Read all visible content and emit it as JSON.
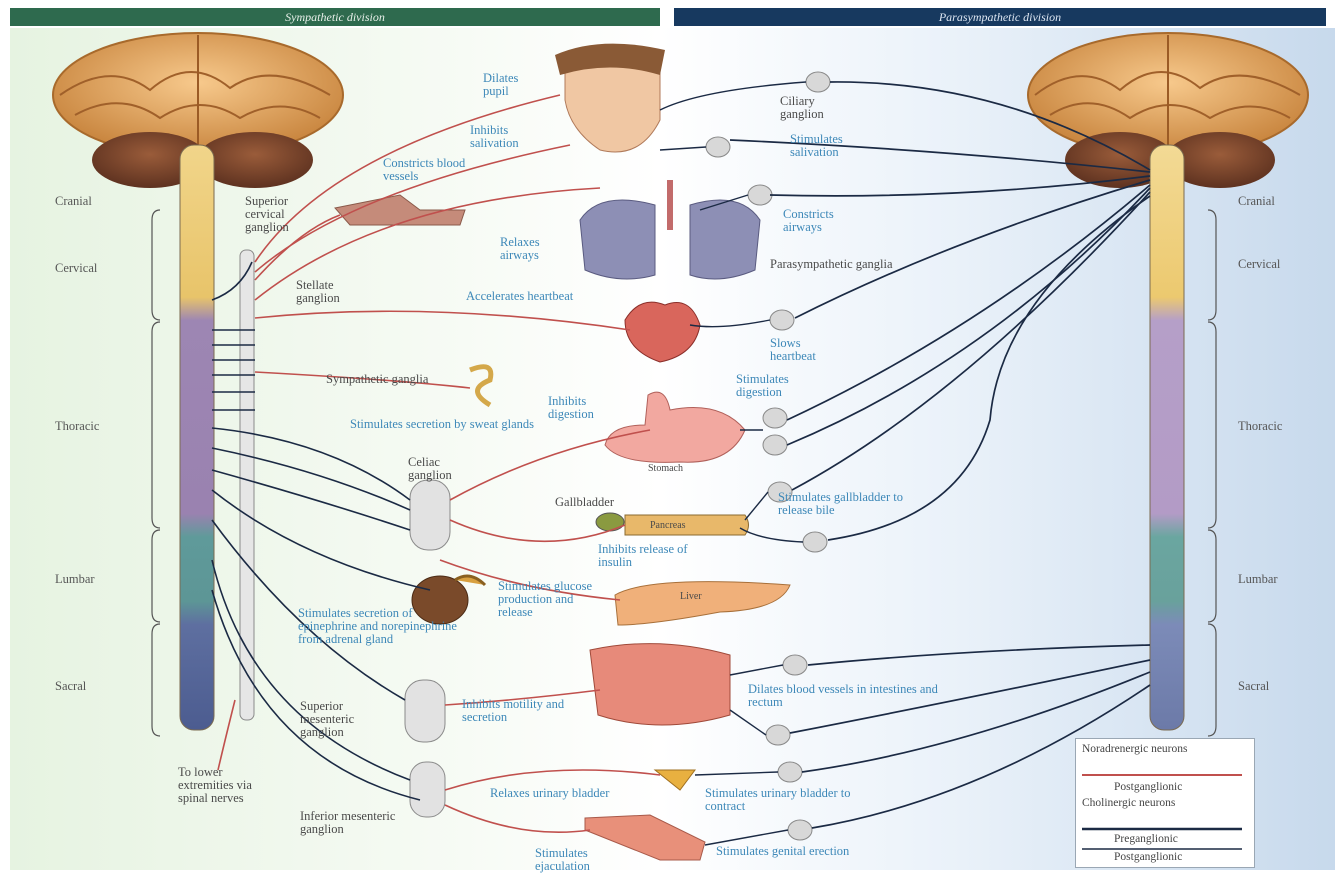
{
  "header": {
    "sympathetic": "Sympathetic division",
    "parasympathetic": "Parasympathetic division"
  },
  "regions_left": [
    "Cranial",
    "Cervical",
    "Thoracic",
    "Lumbar",
    "Sacral"
  ],
  "regions_right": [
    "Cranial",
    "Cervical",
    "Thoracic",
    "Lumbar",
    "Sacral"
  ],
  "labels": {
    "dilates_pupil": "Dilates pupil",
    "inhibits_salivation": "Inhibits salivation",
    "constricts_blood_vessels": "Constricts blood vessels",
    "superior_cervical_ganglion": "Superior cervical ganglion",
    "relaxes_airways": "Relaxes airways",
    "stellate_ganglion": "Stellate ganglion",
    "accelerates_heartbeat": "Accelerates heartbeat",
    "sympathetic_ganglia": "Sympathetic ganglia",
    "stimulates_secretion_sweat": "Stimulates secretion by sweat glands",
    "inhibits_digestion": "Inhibits digestion",
    "celiac_ganglion": "Celiac ganglion",
    "stomach": "Stomach",
    "gallbladder": "Gallbladder",
    "pancreas": "Pancreas",
    "inhibits_insulin": "Inhibits release of insulin",
    "stimulates_glucose": "Stimulates glucose production and release",
    "liver": "Liver",
    "stimulates_epinephrine": "Stimulates secretion of epinephrine and norepinephrine from adrenal gland",
    "superior_mesenteric_ganglion": "Superior mesenteric ganglion",
    "inhibits_motility": "Inhibits motility and secretion",
    "to_lower_extremities": "To lower extremities via spinal nerves",
    "relaxes_bladder": "Relaxes urinary bladder",
    "inferior_mesenteric_ganglion": "Inferior mesenteric ganglion",
    "stimulates_ejaculation": "Stimulates ejaculation",
    "ciliary_ganglion": "Ciliary ganglion",
    "stimulates_salivation": "Stimulates salivation",
    "constricts_airways": "Constricts airways",
    "parasympathetic_ganglia": "Parasympathetic ganglia",
    "slows_heartbeat": "Slows heartbeat",
    "stimulates_digestion": "Stimulates digestion",
    "stimulates_gallbladder": "Stimulates gallbladder to release bile",
    "dilates_blood_vessels": "Dilates blood vessels in intestines and rectum",
    "stimulates_bladder": "Stimulates urinary bladder to contract",
    "stimulates_erection": "Stimulates genital erection"
  },
  "legend": {
    "noradrenergic": "Noradrenergic neurons",
    "postganglionic_1": "Postganglionic",
    "cholinergic": "Cholinergic neurons",
    "preganglionic": "Preganglionic",
    "postganglionic_2": "Postganglionic"
  },
  "colors": {
    "sympathetic_fiber": "#c0504d",
    "parasympathetic_fiber": "#1b2a44",
    "label_blue": "#3d88b8",
    "header_green": "#2e6a4e",
    "header_navy": "#17395f"
  }
}
